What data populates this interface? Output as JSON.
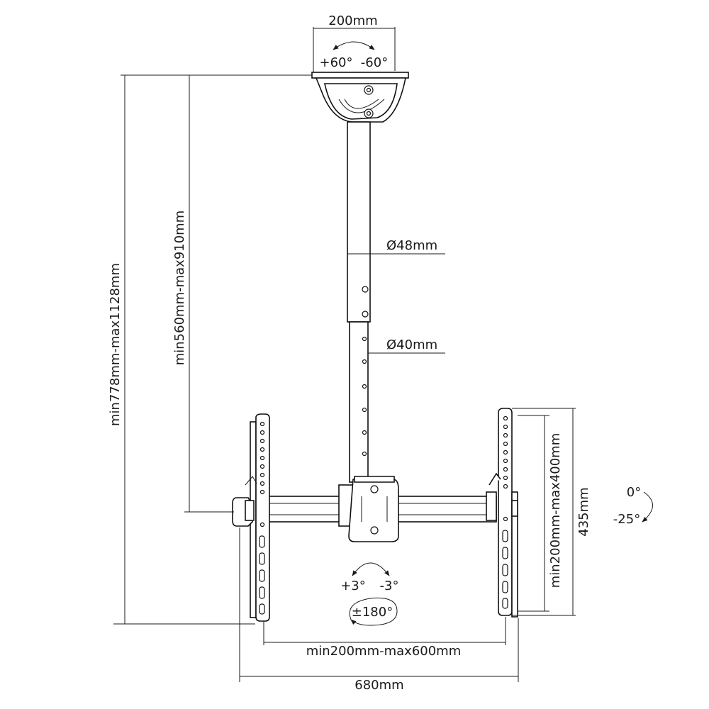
{
  "mount": {
    "top_plate_width": "200mm",
    "swivel_pos": "+60°",
    "swivel_neg": "-60°",
    "upper_pole_diameter": "Ø48mm",
    "lower_pole_diameter": "Ø40mm",
    "total_height": "min778mm-max1128mm",
    "pole_height": "min560mm-max910mm",
    "vesa_vertical": "min200mm-max400mm",
    "arm_height": "435mm",
    "tilt_up": "0°",
    "tilt_down": "-25°",
    "level_pos": "+3°",
    "level_neg": "-3°",
    "rotation": "±180°",
    "vesa_horizontal": "min200mm-max600mm",
    "overall_width": "680mm"
  }
}
